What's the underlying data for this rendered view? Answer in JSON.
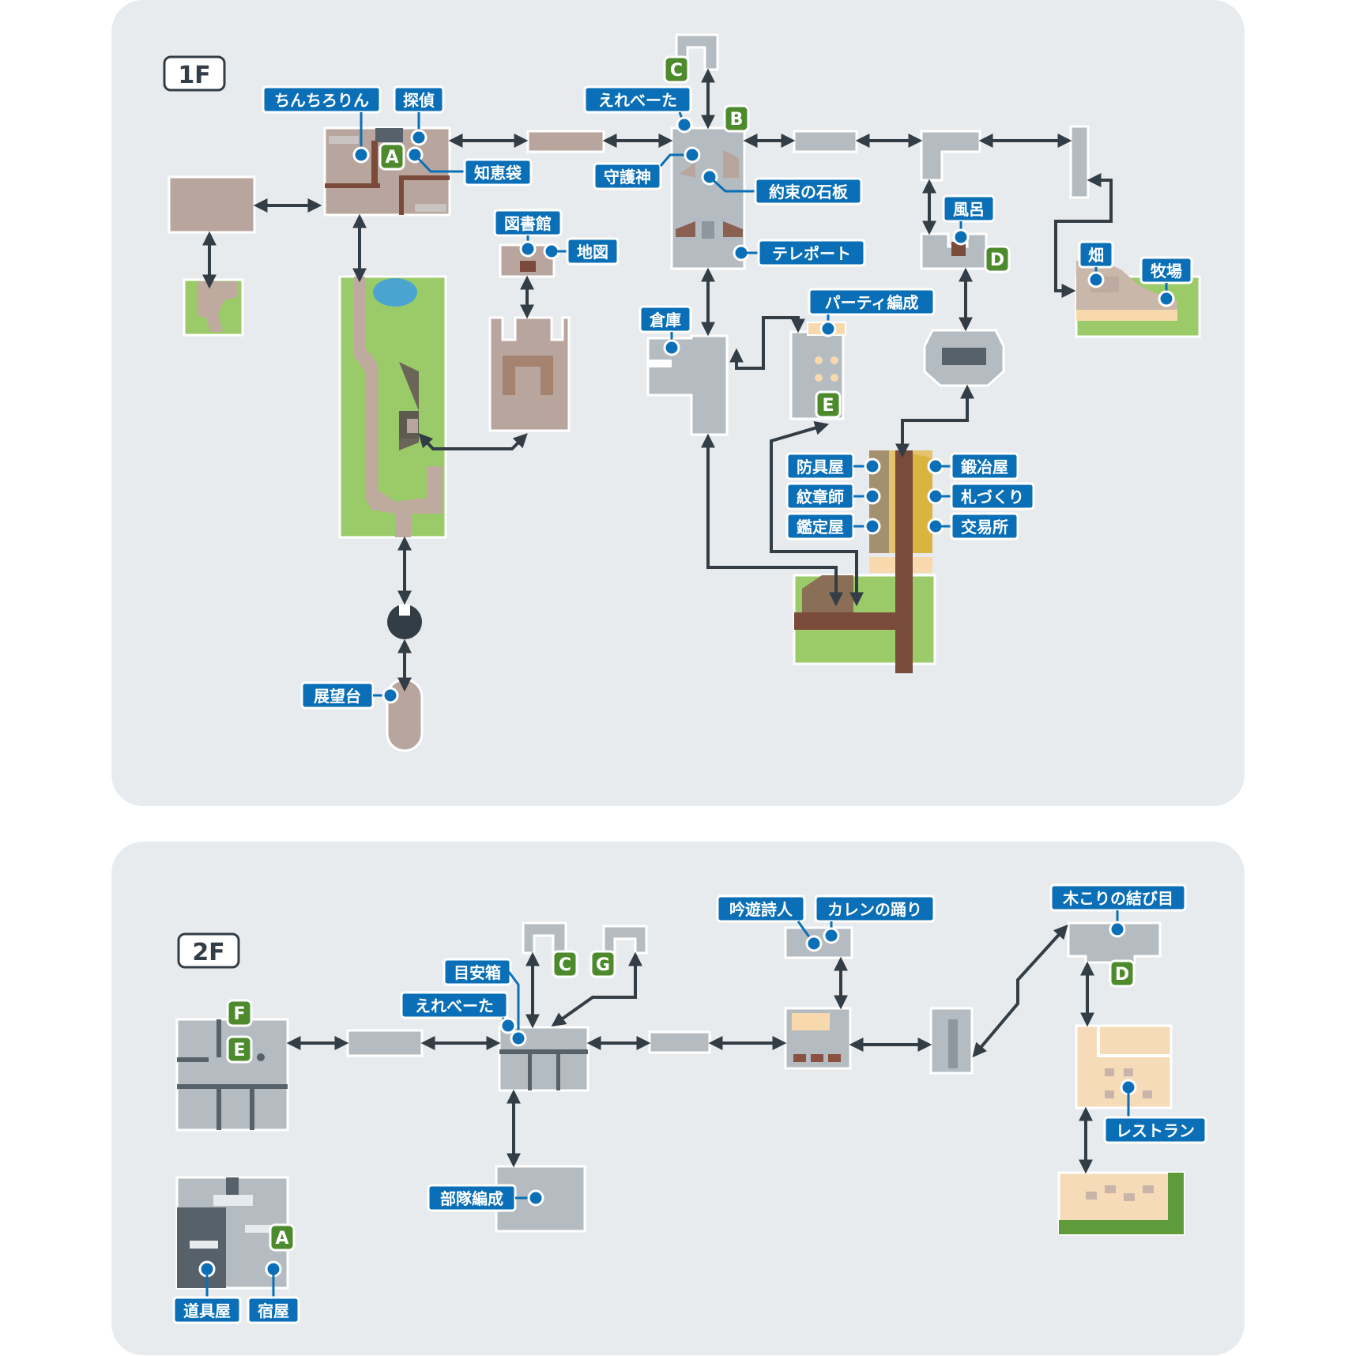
{
  "floors": [
    {
      "name": "1F",
      "labels": {
        "chinchirorin": "ちんちろりん",
        "tantei": "探偵",
        "chiebukuro": "知恵袋",
        "elevator": "えれべーた",
        "shugoshin": "守護神",
        "yakusoku": "約束の石板",
        "teleport": "テレポート",
        "toshokan": "図書館",
        "chizu": "地図",
        "furo": "風呂",
        "hatake": "畑",
        "bokujo": "牧場",
        "soko": "倉庫",
        "party": "パーティ編成",
        "bouguya": "防具屋",
        "monshoshi": "紋章師",
        "kanteiya": "鑑定屋",
        "kajiya": "鍛冶屋",
        "fudazukuri": "札づくり",
        "koekijo": "交易所",
        "tenbodai": "展望台"
      },
      "markers": [
        "A",
        "B",
        "C",
        "D",
        "E"
      ]
    },
    {
      "name": "2F",
      "labels": {
        "meyasubako": "目安箱",
        "elevator": "えれべーた",
        "butai": "部隊編成",
        "ginyu": "吟遊詩人",
        "karen": "カレンの踊り",
        "kikori": "木こりの結び目",
        "restaurant": "レストラン",
        "doguya": "道具屋",
        "yadoya": "宿屋"
      },
      "markers": [
        "F",
        "E",
        "C",
        "G",
        "D",
        "A"
      ]
    }
  ],
  "colors": {
    "panel": "#e8ebee",
    "label": "#0a6fb6",
    "marker": "#4d8a2c",
    "arrow": "#333d45",
    "grass": "#9acb68"
  }
}
